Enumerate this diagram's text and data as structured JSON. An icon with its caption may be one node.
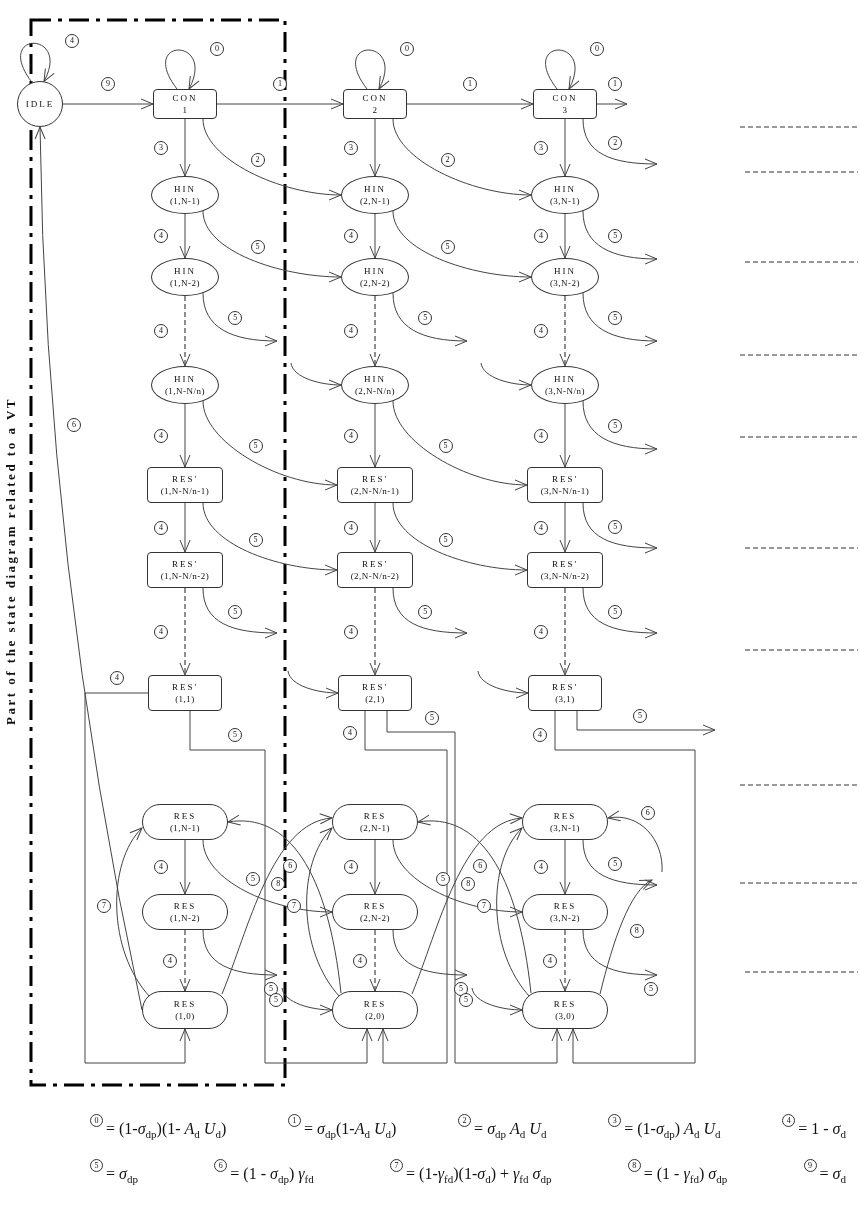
{
  "diagram": {
    "nodes": [
      {
        "text": [
          "IDLE"
        ]
      },
      {
        "text": [
          "CON",
          "1"
        ]
      },
      {
        "text": [
          "HIN",
          "(1,N-1)"
        ]
      },
      {
        "text": [
          "HIN",
          "(1,N-2)"
        ]
      },
      {
        "text": [
          "HIN",
          "(1,N-N/n)"
        ]
      },
      {
        "text": [
          "RES'",
          "(1,N-N/n-1)"
        ]
      },
      {
        "text": [
          "RES'",
          "(1,N-N/n-2)"
        ]
      },
      {
        "text": [
          "RES'",
          "(1,1)"
        ]
      },
      {
        "text": [
          "RES",
          "(1,N-1)"
        ]
      },
      {
        "text": [
          "RES",
          "(1,N-2)"
        ]
      },
      {
        "text": [
          "RES",
          "(1,0)"
        ]
      },
      {
        "text": [
          "CON",
          "2"
        ]
      },
      {
        "text": [
          "HIN",
          "(2,N-1)"
        ]
      },
      {
        "text": [
          "HIN",
          "(2,N-2)"
        ]
      },
      {
        "text": [
          "HIN",
          "(2,N-N/n)"
        ]
      },
      {
        "text": [
          "RES'",
          "(2,N-N/n-1)"
        ]
      },
      {
        "text": [
          "RES'",
          "(2,N-N/n-2)"
        ]
      },
      {
        "text": [
          "RES'",
          "(2,1)"
        ]
      },
      {
        "text": [
          "RES",
          "(2,N-1)"
        ]
      },
      {
        "text": [
          "RES",
          "(2,N-2)"
        ]
      },
      {
        "text": [
          "RES",
          "(2,0)"
        ]
      },
      {
        "text": [
          "CON",
          "3"
        ]
      },
      {
        "text": [
          "HIN",
          "(3,N-1)"
        ]
      },
      {
        "text": [
          "HIN",
          "(3,N-2)"
        ]
      },
      {
        "text": [
          "HIN",
          "(3,N-N/n)"
        ]
      },
      {
        "text": [
          "RES'",
          "(3,N-N/n-1)"
        ]
      },
      {
        "text": [
          "RES'",
          "(3,N-N/n-2)"
        ]
      },
      {
        "text": [
          "RES'",
          "(3,1)"
        ]
      },
      {
        "text": [
          "RES",
          "(3,N-1)"
        ]
      },
      {
        "text": [
          "RES",
          "(3,N-2)"
        ]
      },
      {
        "text": [
          "RES",
          "(3,0)"
        ]
      }
    ],
    "edges": [
      {
        "from": 0,
        "to": 0,
        "arrow": "to",
        "label": "4"
      },
      {
        "from": 0,
        "to": 1,
        "arrow": "to",
        "label": "9"
      },
      {
        "from": 1,
        "to": 1,
        "arrow": "to",
        "label": "0"
      },
      {
        "from": 11,
        "to": 11,
        "arrow": "to",
        "label": "0"
      },
      {
        "from": 21,
        "to": 21,
        "arrow": "to",
        "label": "0"
      },
      {
        "from": 1,
        "to": 11,
        "arrow": "to",
        "label": "1"
      },
      {
        "from": 11,
        "to": 21,
        "arrow": "to",
        "label": "1"
      },
      {
        "from": 21,
        "to": null,
        "arrow": "to",
        "label": "1"
      },
      {
        "from": 1,
        "to": 2,
        "arrow": "to",
        "label": "3"
      },
      {
        "from": 11,
        "to": 12,
        "arrow": "to",
        "label": "3"
      },
      {
        "from": 21,
        "to": 22,
        "arrow": "to",
        "label": "3"
      },
      {
        "from": 1,
        "to": 12,
        "arrow": "to",
        "label": "2"
      },
      {
        "from": 11,
        "to": 22,
        "arrow": "to",
        "label": "2"
      },
      {
        "from": 21,
        "to": null,
        "arrow": "to",
        "label": "2"
      },
      {
        "from": 2,
        "to": 3,
        "arrow": "to",
        "label": "4"
      },
      {
        "from": 12,
        "to": 13,
        "arrow": "to",
        "label": "4"
      },
      {
        "from": 22,
        "to": 23,
        "arrow": "to",
        "label": "4"
      },
      {
        "from": 2,
        "to": 13,
        "arrow": "to",
        "label": "5"
      },
      {
        "from": 12,
        "to": 23,
        "arrow": "to",
        "label": "5"
      },
      {
        "from": 22,
        "to": null,
        "arrow": "to",
        "label": "5"
      },
      {
        "from": 3,
        "to": 4,
        "arrow": "to",
        "label": "4",
        "style": "dashed"
      },
      {
        "from": 13,
        "to": 14,
        "arrow": "to",
        "label": "4",
        "style": "dashed"
      },
      {
        "from": 23,
        "to": 24,
        "arrow": "to",
        "label": "4",
        "style": "dashed"
      },
      {
        "from": 3,
        "to": null,
        "arrow": "to",
        "label": "5"
      },
      {
        "from": 13,
        "to": null,
        "arrow": "to",
        "label": "5"
      },
      {
        "from": 23,
        "to": null,
        "arrow": "to",
        "label": "5"
      },
      {
        "from": null,
        "to": 14,
        "arrow": "to"
      },
      {
        "from": null,
        "to": 24,
        "arrow": "to"
      },
      {
        "from": 4,
        "to": 5,
        "arrow": "to",
        "label": "4"
      },
      {
        "from": 14,
        "to": 15,
        "arrow": "to",
        "label": "4"
      },
      {
        "from": 24,
        "to": 25,
        "arrow": "to",
        "label": "4"
      },
      {
        "from": 4,
        "to": 15,
        "arrow": "to",
        "label": "5"
      },
      {
        "from": 14,
        "to": 25,
        "arrow": "to",
        "label": "5"
      },
      {
        "from": 24,
        "to": null,
        "arrow": "to",
        "label": "5"
      },
      {
        "from": 5,
        "to": 6,
        "arrow": "to",
        "label": "4"
      },
      {
        "from": 15,
        "to": 16,
        "arrow": "to",
        "label": "4"
      },
      {
        "from": 25,
        "to": 26,
        "arrow": "to",
        "label": "4"
      },
      {
        "from": 5,
        "to": 16,
        "arrow": "to",
        "label": "5"
      },
      {
        "from": 15,
        "to": 26,
        "arrow": "to",
        "label": "5"
      },
      {
        "from": 25,
        "to": null,
        "arrow": "to",
        "label": "5"
      },
      {
        "from": 6,
        "to": 7,
        "arrow": "to",
        "label": "4",
        "style": "dashed"
      },
      {
        "from": 16,
        "to": 17,
        "arrow": "to",
        "label": "4",
        "style": "dashed"
      },
      {
        "from": 26,
        "to": 27,
        "arrow": "to",
        "label": "4",
        "style": "dashed"
      },
      {
        "from": 6,
        "to": null,
        "arrow": "to",
        "label": "5"
      },
      {
        "from": 16,
        "to": null,
        "arrow": "to",
        "label": "5"
      },
      {
        "from": 26,
        "to": null,
        "arrow": "to",
        "label": "5"
      },
      {
        "from": null,
        "to": 17,
        "arrow": "to"
      },
      {
        "from": null,
        "to": 27,
        "arrow": "to"
      },
      {
        "from": 7,
        "to": 10,
        "arrow": "to",
        "label": "4"
      },
      {
        "from": 7,
        "to": 20,
        "arrow": "to",
        "label": "5"
      },
      {
        "from": 17,
        "to": 20,
        "arrow": "to",
        "label": "4"
      },
      {
        "from": 17,
        "to": 30,
        "arrow": "to",
        "label": "5"
      },
      {
        "from": 27,
        "to": 30,
        "arrow": "to",
        "label": "4"
      },
      {
        "from": 27,
        "to": null,
        "arrow": "to",
        "label": "5"
      },
      {
        "from": 8,
        "to": 9,
        "arrow": "to",
        "label": "4"
      },
      {
        "from": 18,
        "to": 19,
        "arrow": "to",
        "label": "4"
      },
      {
        "from": 28,
        "to": 29,
        "arrow": "to",
        "label": "4"
      },
      {
        "from": 8,
        "to": 19,
        "arrow": "to",
        "label": "5"
      },
      {
        "from": 18,
        "to": 29,
        "arrow": "to",
        "label": "5"
      },
      {
        "from": 28,
        "to": null,
        "arrow": "to",
        "label": "5"
      },
      {
        "from": 9,
        "to": 10,
        "arrow": "to",
        "label": "4",
        "style": "dashed"
      },
      {
        "from": 19,
        "to": 20,
        "arrow": "to",
        "label": "4",
        "style": "dashed"
      },
      {
        "from": 29,
        "to": 30,
        "arrow": "to",
        "label": "4",
        "style": "dashed"
      },
      {
        "from": 9,
        "to": null,
        "arrow": "to",
        "label": "5"
      },
      {
        "from": 19,
        "to": null,
        "arrow": "to",
        "label": "5"
      },
      {
        "from": 29,
        "to": null,
        "arrow": "to",
        "label": "5"
      },
      {
        "from": 10,
        "to": 8,
        "arrow": "to",
        "label": "7"
      },
      {
        "from": 20,
        "to": 18,
        "arrow": "to",
        "label": "7"
      },
      {
        "from": 30,
        "to": 28,
        "arrow": "to",
        "label": "7"
      },
      {
        "from": 10,
        "to": 18,
        "arrow": "to",
        "label": "8"
      },
      {
        "from": 20,
        "to": 28,
        "arrow": "to",
        "label": "8"
      },
      {
        "from": 30,
        "to": null,
        "arrow": "to",
        "label": "8"
      },
      {
        "from": 20,
        "to": 8,
        "arrow": "to",
        "label": "6"
      },
      {
        "from": 30,
        "to": 18,
        "arrow": "to",
        "label": "6"
      },
      {
        "from": null,
        "to": 28,
        "arrow": "to",
        "label": "6"
      },
      {
        "from": 10,
        "to": 0,
        "arrow": "to",
        "label": "6"
      },
      {
        "from": null,
        "to": 20,
        "arrow": "to",
        "label": "5"
      },
      {
        "from": null,
        "to": 30,
        "arrow": "to",
        "label": "5"
      }
    ],
    "labels": [
      "Part of the state diagram related to a VT",
      "0",
      "= (1-*σ*$_{dp}$)(1- *A*$_{d}$ *U*$_{d}$)",
      "1",
      "= *σ*$_{dp}$(1-*A*$_{d}$ *U*$_{d}$)",
      "2",
      "= *σ*$_{dp}$ *A*$_{d}$ *U*$_{d}$",
      "3",
      "= (1-*σ*$_{dp}$) *A*$_{d}$ *U*$_{d}$",
      "4",
      "= 1 - *σ*$_{d}$",
      "5",
      "= *σ*$_{dp}$",
      "6",
      "= (1 - *σ*$_{dp}$) *γ*$_{fd}$",
      "7",
      "= (1-*γ*$_{fd}$)(1-*σ*$_{d}$) + *γ*$_{fd}$ *σ*$_{dp}$",
      "8",
      "= (1 - *γ*$_{fd}$) *σ*$_{dp}$",
      "9",
      "= *σ*$_{d}$"
    ]
  }
}
